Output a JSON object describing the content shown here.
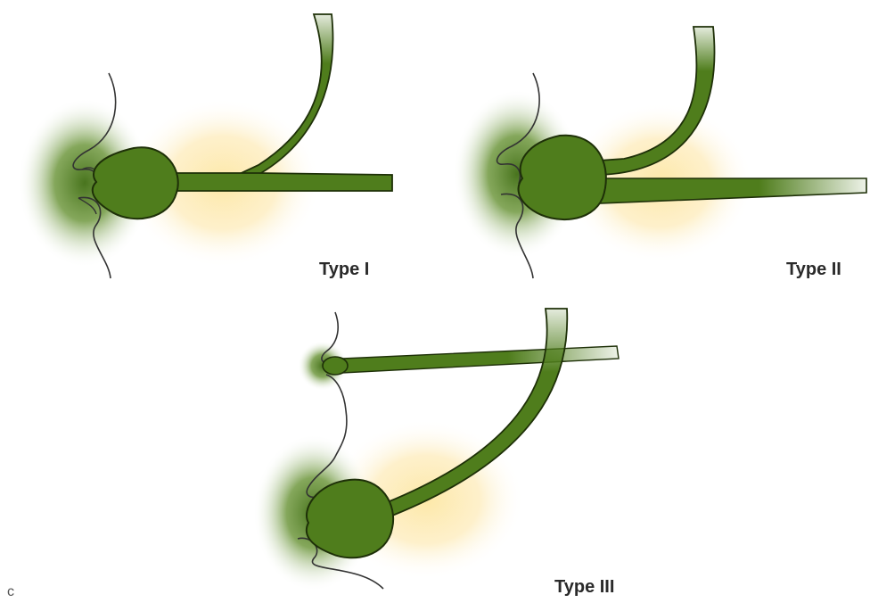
{
  "panels": [
    {
      "id": "type-1",
      "label": "Type I"
    },
    {
      "id": "type-2",
      "label": "Type II"
    },
    {
      "id": "type-3",
      "label": "Type III"
    }
  ],
  "corner_mark": "c",
  "colors": {
    "vessel_fill": "#4f7d1c",
    "vessel_outline": "#1e3008",
    "vessel_highlight": "#a8c870",
    "glow": "#fde6a0",
    "shade": "#4a7a18",
    "wall_line": "#333333",
    "background": "#ffffff"
  }
}
